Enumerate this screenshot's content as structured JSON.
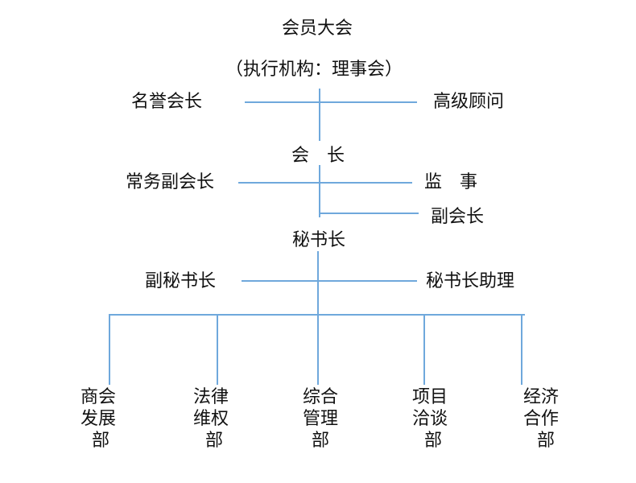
{
  "colors": {
    "line": "#6fa8dc",
    "text": "#111111",
    "background": "#ffffff"
  },
  "org": {
    "assembly": "会员大会",
    "executive": "（执行机构：理事会）",
    "honorary_president": "名誉会长",
    "senior_advisor": "高级顾问",
    "president": "会　长",
    "exec_vice_president": "常务副会长",
    "supervisor": "监　事",
    "vice_president": "副会长",
    "secretary_general": "秘书长",
    "deputy_secretary_general": "副秘书长",
    "secretary_general_assistant": "秘书长助理",
    "departments": [
      {
        "line1": "商会",
        "line2": "发展",
        "line3": "部"
      },
      {
        "line1": "法律",
        "line2": "维权",
        "line3": "部"
      },
      {
        "line1": "综合",
        "line2": "管理",
        "line3": "部"
      },
      {
        "line1": "项目",
        "line2": "洽谈",
        "line3": "部"
      },
      {
        "line1": "经济",
        "line2": "合作",
        "line3": "部"
      }
    ]
  }
}
